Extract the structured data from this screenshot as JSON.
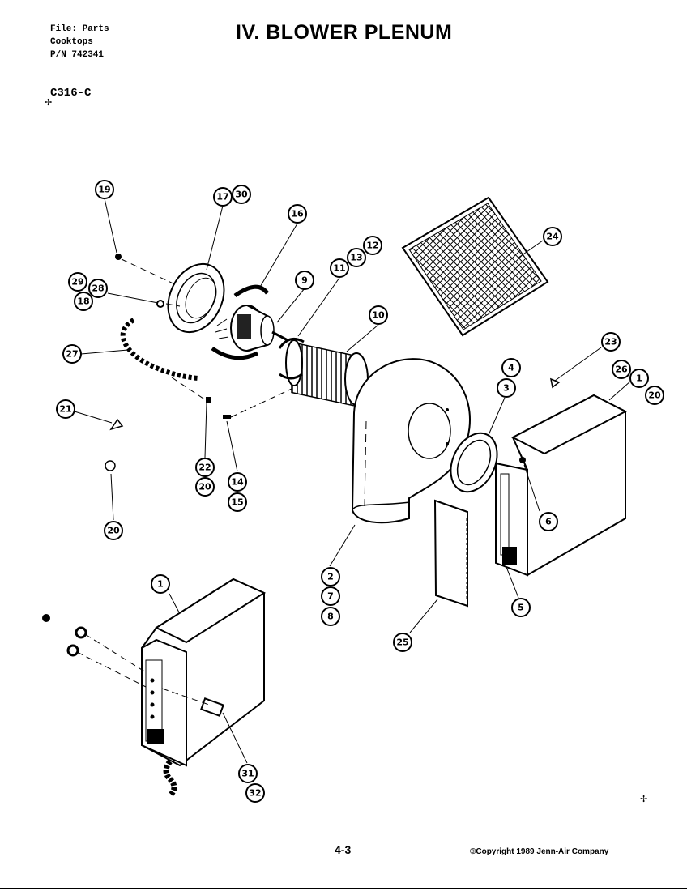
{
  "header": {
    "file_line": "File: Parts",
    "category_line": "Cooktops",
    "part_number_line": "P/N 742341"
  },
  "model": "C316-C",
  "title": "IV. BLOWER PLENUM",
  "footer": {
    "page_number": "4-3",
    "copyright": "©Copyright 1989 Jenn-Air Company"
  },
  "callouts": [
    "19",
    "17",
    "30",
    "16",
    "12",
    "13",
    "11",
    "9",
    "10",
    "24",
    "29",
    "28",
    "18",
    "27",
    "21",
    "20",
    "22",
    "20",
    "14",
    "15",
    "23",
    "26",
    "1",
    "20",
    "4",
    "3",
    "6",
    "2",
    "7",
    "8",
    "25",
    "5",
    "1",
    "31",
    "32"
  ]
}
